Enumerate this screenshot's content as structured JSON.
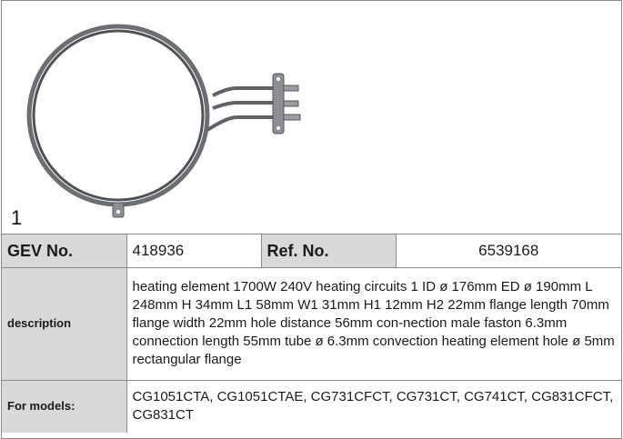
{
  "product": {
    "item_number": "1",
    "image_icon": "circular-heating-element-icon"
  },
  "table": {
    "gev_label": "GEV No.",
    "gev_value": "418936",
    "ref_label": "Ref. No.",
    "ref_value": "6539168",
    "description_label": "description",
    "description_text": "heating element  1700W 240V heating circuits 1 ID ø 176mm ED ø 190mm L 248mm H 34mm L1 58mm W1 31mm H1 12mm H2 22mm flange length 70mm flange width 22mm hole distance 56mm con-nection male faston 6.3mm connection length 55mm tube ø 6.3mm convection heating element hole ø 5mm rectangular flange",
    "models_label": "For models:",
    "models_text": "CG1051CTA, CG1051CTAE, CG731CFCT, CG731CT, CG741CT, CG831CFCT, CG831CT"
  },
  "colors": {
    "label_bg": "#d9d9d9",
    "border": "#8a8a8a",
    "element_metal": "#5f6266"
  }
}
